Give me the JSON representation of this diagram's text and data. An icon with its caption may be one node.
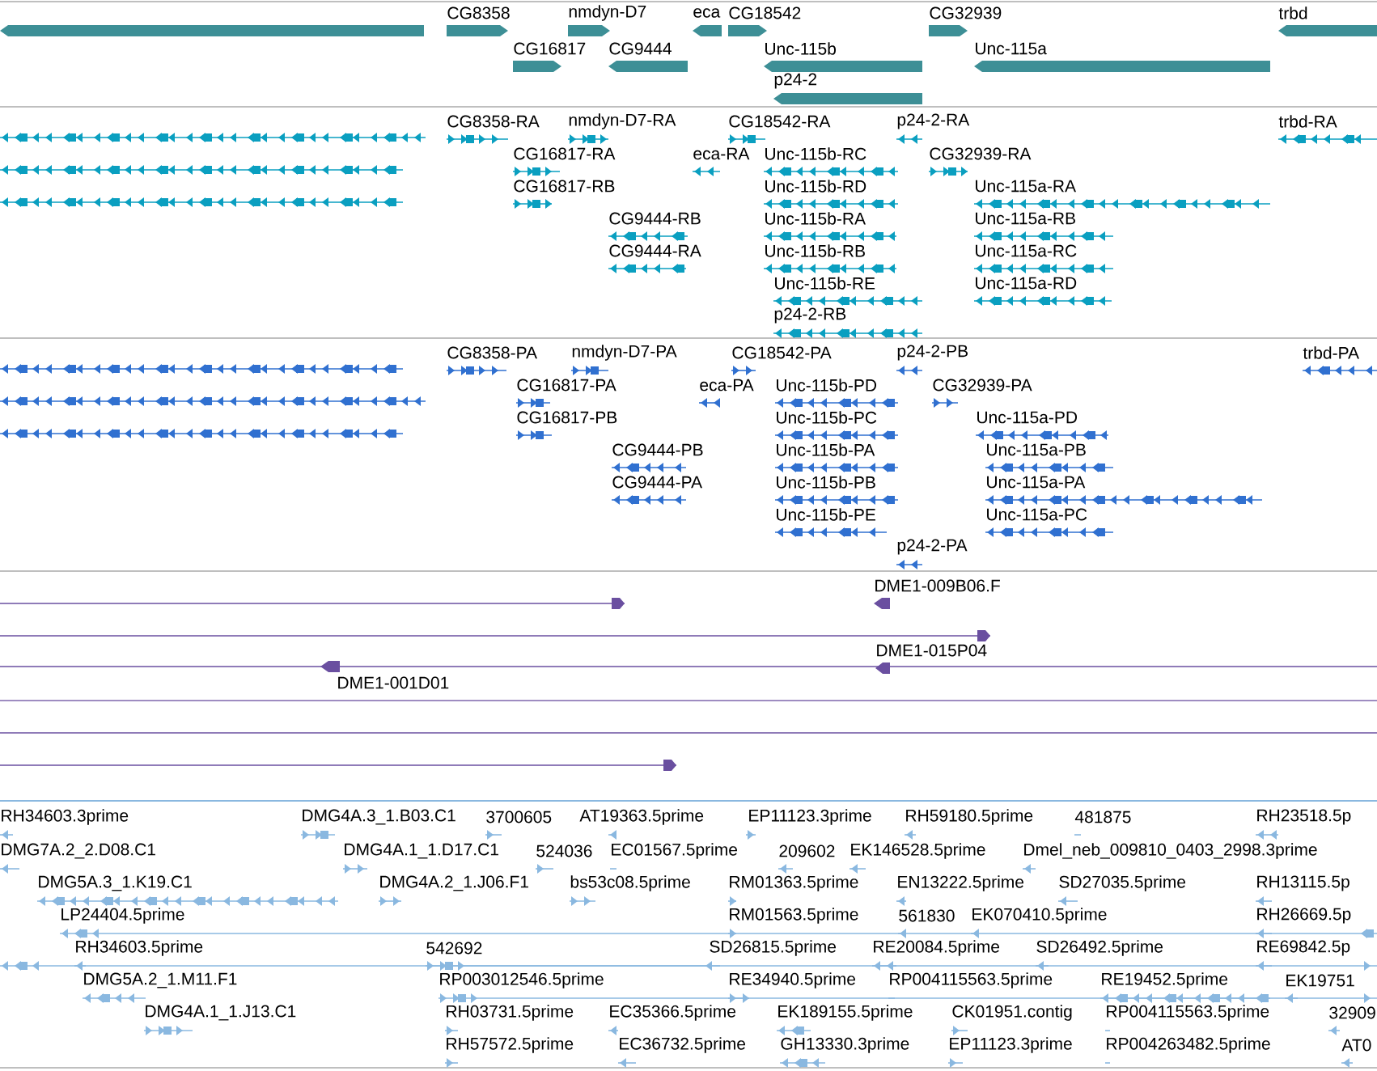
{
  "diagram": {
    "labels": [
      "CG8358",
      "nmdyn-D7",
      "eca",
      "CG18542",
      "CG32939",
      "trbd",
      "CG16817",
      "CG9444",
      "Unc-115b",
      "Unc-115a",
      "p24-2",
      "CG8358-RA",
      "nmdyn-D7-RA",
      "CG18542-RA",
      "p24-2-RA",
      "trbd-RA",
      "CG16817-RA",
      "eca-RA",
      "Unc-115b-RC",
      "CG32939-RA",
      "CG16817-RB",
      "Unc-115b-RD",
      "Unc-115a-RA",
      "CG9444-RB",
      "Unc-115b-RA",
      "Unc-115a-RB",
      "CG9444-RA",
      "Unc-115b-RB",
      "Unc-115a-RC",
      "Unc-115b-RE",
      "Unc-115a-RD",
      "p24-2-RB",
      "CG8358-PA",
      "nmdyn-D7-PA",
      "CG18542-PA",
      "p24-2-PB",
      "trbd-PA",
      "CG16817-PA",
      "eca-PA",
      "Unc-115b-PD",
      "CG32939-PA",
      "CG16817-PB",
      "Unc-115b-PC",
      "Unc-115a-PD",
      "CG9444-PB",
      "Unc-115b-PA",
      "Unc-115a-PB",
      "CG9444-PA",
      "Unc-115b-PB",
      "Unc-115a-PA",
      "Unc-115b-PE",
      "Unc-115a-PC",
      "p24-2-PA",
      "DME1-009B06.F",
      "DME1-015P04",
      "DME1-001D01",
      "RH34603.3prime",
      "DMG4A.3_1.B03.C1",
      "3700605",
      "AT19363.5prime",
      "EP11123.3prime",
      "RH59180.5prime",
      "481875",
      "RH23518.5p",
      "DMG7A.2_2.D08.C1",
      "DMG4A.1_1.D17.C1",
      "524036",
      "EC01567.5prime",
      "209602",
      "EK146528.5prime",
      "Dmel_neb_009810_0403_2998.3prime",
      "DMG5A.3_1.K19.C1",
      "DMG4A.2_1.J06.F1",
      "bs53c08.5prime",
      "RM01363.5prime",
      "EN13222.5prime",
      "SD27035.5prime",
      "RH13115.5p",
      "LP24404.5prime",
      "RM01563.5prime",
      "561830",
      "EK070410.5prime",
      "RH26669.5p",
      "RH34603.5prime",
      "542692",
      "SD26815.5prime",
      "RE20084.5prime",
      "SD26492.5prime",
      "RE69842.5p",
      "DMG5A.2_1.M11.F1",
      "RP003012546.5prime",
      "RE34940.5prime",
      "RP004115563.5prime",
      "RE19452.5prime",
      "EK19751",
      "DMG4A.1_1.J13.C1",
      "RH03731.5prime",
      "EC35366.5prime",
      "EK189155.5prime",
      "CK01951.contig",
      "RP004115563.5prime",
      "32909",
      "RH57572.5prime",
      "EC36732.5prime",
      "GH13330.3prime",
      "EP11123.3prime",
      "RP004263482.5prime",
      "AT0"
    ]
  }
}
